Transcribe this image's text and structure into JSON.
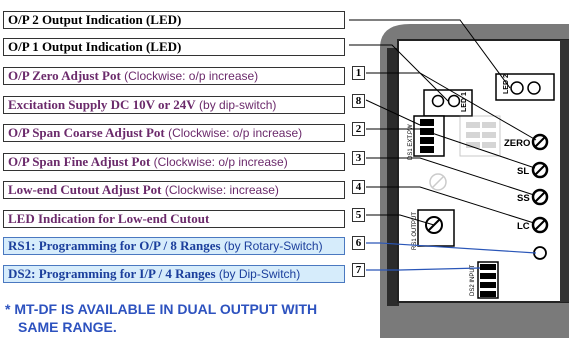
{
  "labels": [
    {
      "bold": "O/P 2 Output Indication (LED)",
      "rest": "",
      "style": "plain"
    },
    {
      "bold": "O/P 1 Output Indication (LED)",
      "rest": "",
      "style": "plain"
    },
    {
      "bold": "O/P Zero Adjust Pot",
      "rest": " (Clockwise: o/p increase)",
      "style": "purple"
    },
    {
      "bold": "Excitation Supply DC 10V or 24V",
      "rest": " (by dip-switch)",
      "style": "purple"
    },
    {
      "bold": "O/P Span Coarse Adjust Pot",
      "rest": " (Clockwise: o/p increase)",
      "style": "purple"
    },
    {
      "bold": "O/P Span Fine Adjust Pot",
      "rest": " (Clockwise: o/p increase)",
      "style": "purple"
    },
    {
      "bold": "Low-end Cutout Adjust Pot",
      "rest": " (Clockwise: increase)",
      "style": "purple"
    },
    {
      "bold": "LED Indication for Low-end Cutout",
      "rest": "",
      "style": "purple"
    },
    {
      "bold": "RS1: Programming for O/P / 8 Ranges",
      "rest": " (by Rotary-Switch)",
      "style": "blue"
    },
    {
      "bold": "DS2: Programming for I/P / 4 Ranges",
      "rest": " (by Dip-Switch)",
      "style": "blue"
    }
  ],
  "numbers": [
    "1",
    "8",
    "2",
    "3",
    "4",
    "5",
    "6",
    "7"
  ],
  "pots": [
    "ZERO",
    "SL",
    "SS",
    "LC"
  ],
  "device": {
    "led2_mark": "LED 2",
    "led1_mark": "LED 1",
    "ds1_mark": "DS1 EXT.PW",
    "ds2_mark": "DS2 INPUT",
    "rs1_mark": "RS1 OUTPUT"
  },
  "note": {
    "line1": "* MT-DF IS AVAILABLE IN DUAL OUTPUT WITH",
    "line2": "SAME RANGE."
  },
  "colors": {
    "purple_text": "#6b2a6b",
    "blue_text": "#1c3f9c",
    "blue_fill": "#d6ecfb",
    "note_text": "#2d52bf",
    "panel": "#7a7a7a"
  }
}
